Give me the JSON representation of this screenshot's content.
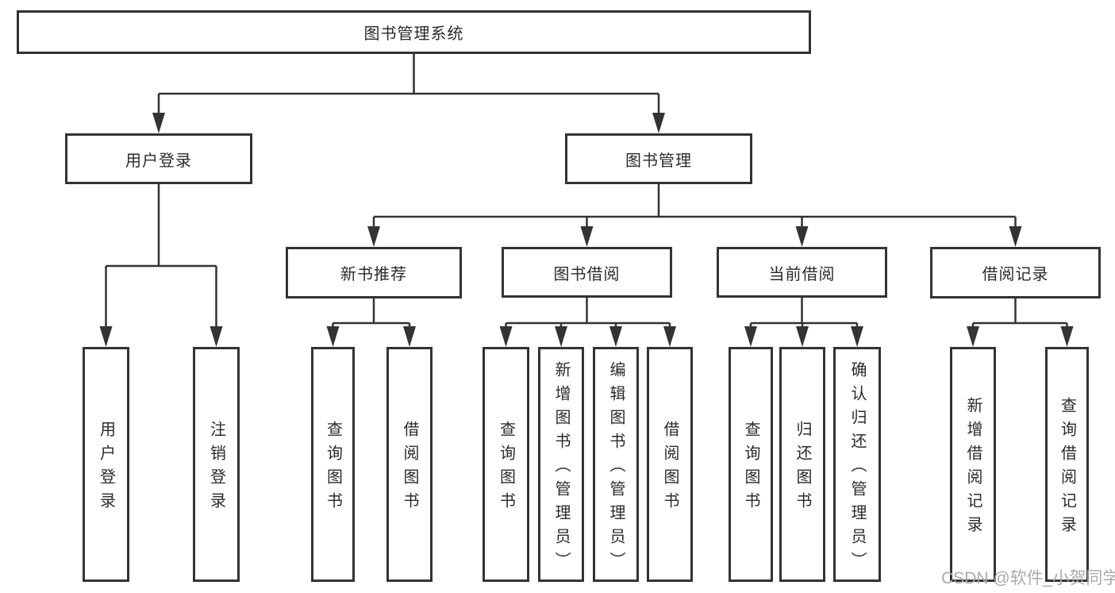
{
  "diagram": {
    "root": {
      "label": "图书管理系统"
    },
    "branches": [
      {
        "label": "用户登录",
        "children": [
          {
            "label": "用户登录"
          },
          {
            "label": "注销登录"
          }
        ]
      },
      {
        "label": "图书管理",
        "children": [
          {
            "label": "新书推荐",
            "children": [
              {
                "label": "查询图书"
              },
              {
                "label": "借阅图书"
              }
            ]
          },
          {
            "label": "图书借阅",
            "children": [
              {
                "label": "查询图书"
              },
              {
                "label": "新增图书（管理员）"
              },
              {
                "label": "编辑图书（管理员）"
              },
              {
                "label": "借阅图书"
              }
            ]
          },
          {
            "label": "当前借阅",
            "children": [
              {
                "label": "查询图书"
              },
              {
                "label": "归还图书"
              },
              {
                "label": "确认归还（管理员）"
              }
            ]
          },
          {
            "label": "借阅记录",
            "children": [
              {
                "label": "新增借阅记录"
              },
              {
                "label": "查询借阅记录"
              }
            ]
          }
        ]
      }
    ]
  },
  "watermark": {
    "text": "CSDN @软件_小贺同学"
  },
  "colors": {
    "line": "#333333",
    "text": "#2b2b2b",
    "watermark": "#aaaaaa",
    "background": "#ffffff"
  }
}
